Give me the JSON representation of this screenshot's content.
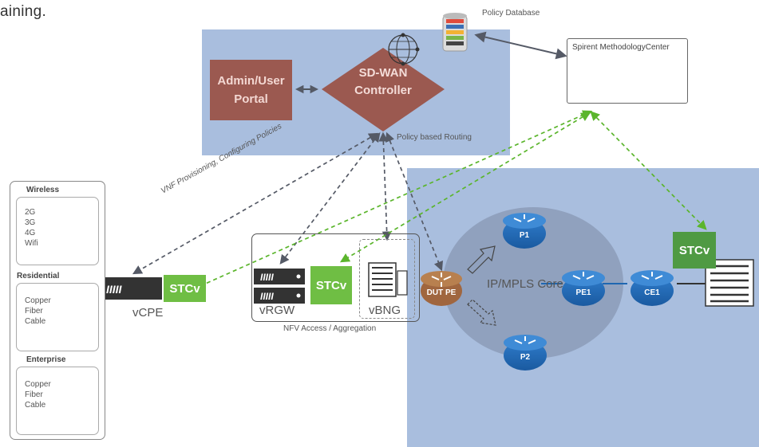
{
  "intro_text": "aining.",
  "sdwan": {
    "portal_line1": "Admin/User",
    "portal_line2": "Portal",
    "controller_line1": "SD-WAN",
    "controller_line2": "Controller",
    "policy_routing": "Policy based Routing"
  },
  "policy_db": "Policy Database",
  "methodology_center": "Spirent MethodologyCenter",
  "vnf_label": "VNF Provisioning, Configuring Policies",
  "access": {
    "wireless_title": "Wireless",
    "wireless_items": [
      "2G",
      "3G",
      "4G",
      "Wifi"
    ],
    "residential_title": "Residential",
    "residential_items": [
      "Copper",
      "Fiber",
      "Cable"
    ],
    "enterprise_title": "Enterprise",
    "enterprise_items": [
      "Copper",
      "Fiber",
      "Cable"
    ]
  },
  "vcpe": {
    "label": "vCPE",
    "stc": "STCv"
  },
  "nfv": {
    "vrgw_label": "vRGW",
    "vbng_label": "vBNG",
    "stc": "STCv",
    "caption": "NFV Access / Aggregation"
  },
  "core": {
    "title": "IP/MPLS Core",
    "dut_pe": "DUT PE",
    "p1": "P1",
    "p2": "P2",
    "pe1": "PE1",
    "ce1": "CE1",
    "stc": "STCv"
  },
  "colors": {
    "panel_blue": "#a9bede",
    "portal_brown": "#9b5950",
    "stc_green": "#6fbe44",
    "router_blue": "#1f67b1",
    "dashed_gray": "#555a66",
    "dashed_green": "#5bb52c"
  }
}
